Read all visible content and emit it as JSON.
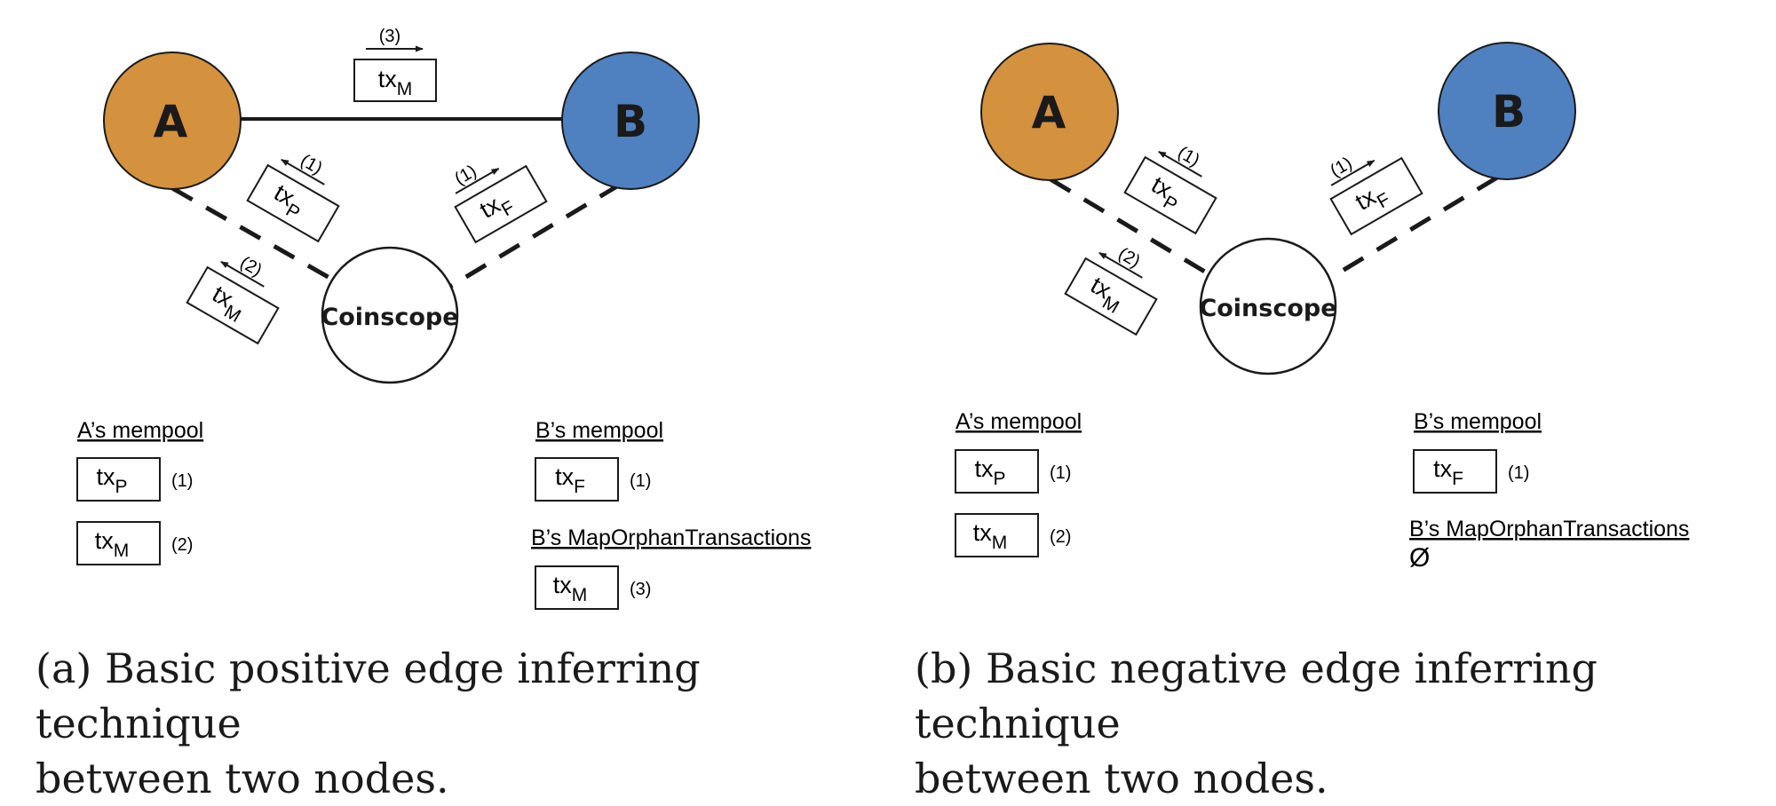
{
  "nodes": {
    "a": "A",
    "b": "B",
    "coinscope": "Coinscope"
  },
  "tx": {
    "base": "tx",
    "p": "P",
    "f": "F",
    "m": "M"
  },
  "steps": {
    "one": "(1)",
    "two": "(2)",
    "three": "(3)"
  },
  "mempool": {
    "a_title": "A’s mempool",
    "b_title": "B’s mempool",
    "b_orphan_title": "B’s MapOrphanTransactions",
    "empty_set": "Ø"
  },
  "captions": {
    "a": "(a) Basic positive edge inferring technique\nbetween two nodes.",
    "b": "(b) Basic negative edge inferring technique\nbetween two nodes."
  },
  "colors": {
    "node_a": "#D4913E",
    "node_b": "#4F80C0",
    "stroke": "#1a1a1a"
  }
}
